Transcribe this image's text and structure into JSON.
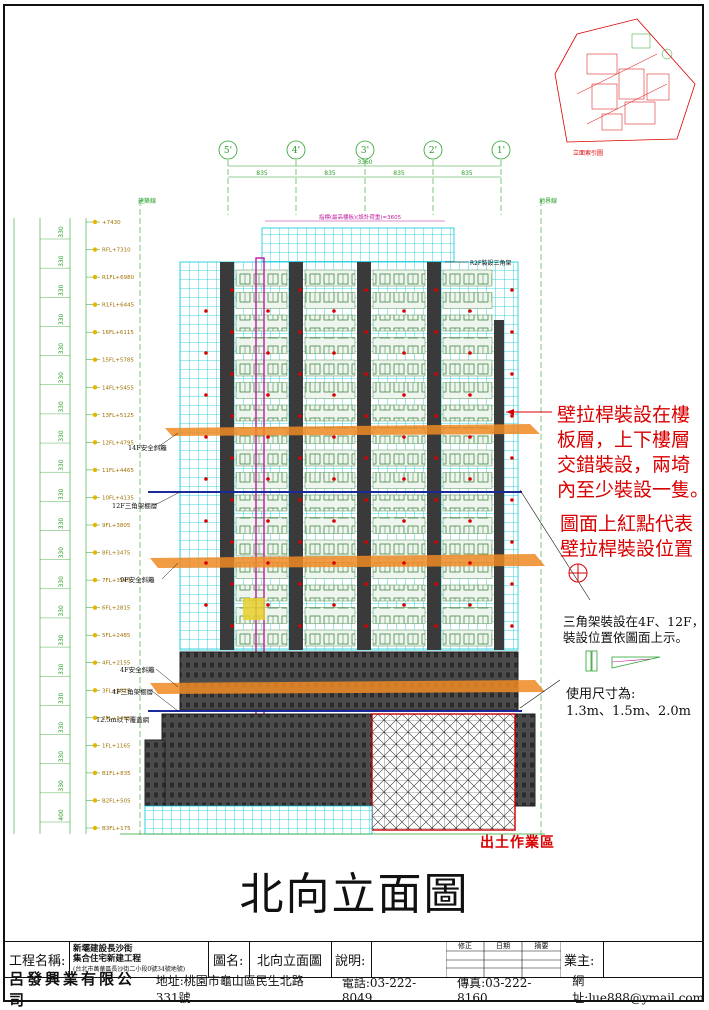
{
  "drawing": {
    "title": "北向立面圖",
    "grid_axes": [
      "5'",
      "4'",
      "3'",
      "2'",
      "1'"
    ],
    "total_dimension": "3360",
    "bay_dimensions": [
      "835",
      "835",
      "835",
      "835"
    ],
    "left_boundary_label": "建築線",
    "right_boundary_label": "地界線",
    "top_dimension_label": "指標(最高樓板)(設計荷重)=3605",
    "roof_label": "R2F裝設三角架",
    "floor_levels": [
      "+7430",
      "RFL+7310",
      "R1FL+6980",
      "R1FL+6445",
      "16FL+6115",
      "15FL+5785",
      "14FL+5455",
      "13FL+5125",
      "12FL+4795",
      "11FL+4465",
      "10FL+4135",
      "9FL+3805",
      "8FL+3475",
      "7FL+3145",
      "6FL+2815",
      "5FL+2485",
      "4FL+2155",
      "3FL+1825",
      "2FL+1495",
      "1FL+1165",
      "B1FL+835",
      "B2FL+505",
      "B3FL+175"
    ],
    "left_annotations": [
      "14F安全斜籬",
      "12F三角架棚層",
      "9F安全斜籬",
      "4F安全斜籬",
      "4F三角架棚層",
      "12.5m以下覆蓋網"
    ],
    "vertical_dims": [
      "330",
      "330",
      "330",
      "330",
      "330",
      "330",
      "330",
      "330",
      "330",
      "330",
      "330",
      "330",
      "330",
      "330",
      "330",
      "330",
      "330",
      "330",
      "330",
      "330",
      "400"
    ],
    "excavation_label": "出土作業區"
  },
  "notes": {
    "tie_rod_1": "壁拉桿裝設在樓",
    "tie_rod_2": "板層，上下樓層",
    "tie_rod_3": "交錯裝設，兩埼",
    "tie_rod_4": "內至少裝設一隻。",
    "red_dot_1": "圖面上紅點代表",
    "red_dot_2": "壁拉桿裝設位置",
    "bracket_1": "三角架裝設在4F、12F，",
    "bracket_2": "裝設位置依圖面上示。",
    "size_1": "使用尺寸為:",
    "size_2": "1.3m、1.5m、2.0m"
  },
  "key_plan": {
    "caption": "立面索引圖"
  },
  "title_block": {
    "project_label": "工程名稱:",
    "project_line1": "新壩建設長沙街",
    "project_line2": "集合住宅新建工程",
    "project_line3": "(台北市萬華區長沙街二小段0號34號地號)",
    "drawing_label": "圖名:",
    "drawing_name": "北向立面圖",
    "desc_label": "說明:",
    "rev_col1": "修正",
    "rev_col2": "日期",
    "rev_col3": "摘要",
    "owner_label": "業主:",
    "company": "呂發興業有限公司",
    "address": "地址:桃園市龜山區民生北路331號",
    "phone": "電話:03-222-8049",
    "fax": "傳真:03-222-8160",
    "web": "網址:lue888@ymail.com"
  },
  "colors": {
    "scaffold_cyan": "#00c8d8",
    "structure_gray": "#3a3a3a",
    "safety_orange": "#f08a24",
    "floor_blue": "#1a2a9a",
    "tie_red": "#d80000",
    "elevator_magenta": "#c0189c",
    "grid_green": "#2aa02a",
    "window_green": "#2d7a2d"
  }
}
